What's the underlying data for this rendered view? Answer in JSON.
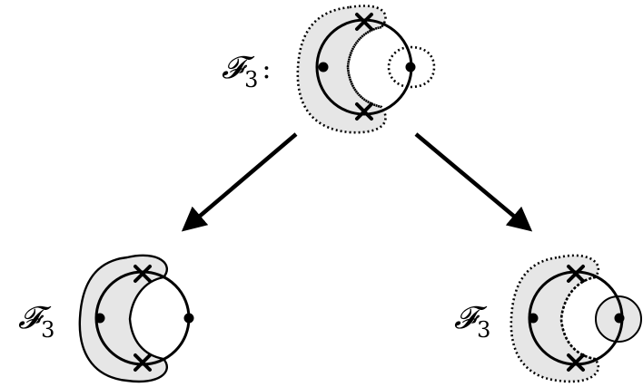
{
  "diagram": {
    "top": {
      "label": "𝓕",
      "subscript": "3",
      "suffix": ":"
    },
    "left": {
      "label": "𝓕",
      "subscript": "3"
    },
    "right": {
      "label": "𝓕",
      "subscript": "3"
    }
  },
  "colors": {
    "stroke": "#000000",
    "fill": "#e6e6e6",
    "background": "#ffffff"
  }
}
